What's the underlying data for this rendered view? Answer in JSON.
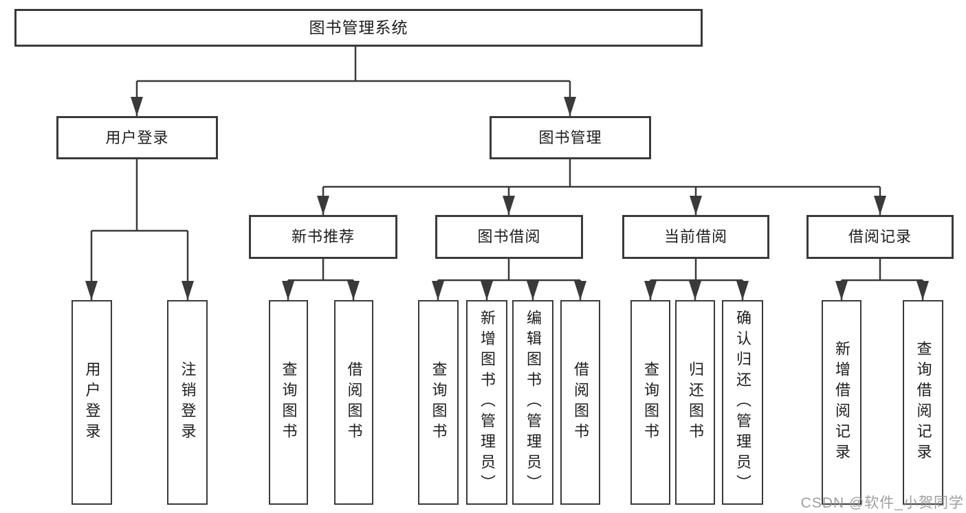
{
  "tree": {
    "root": "图书管理系统",
    "level2": [
      "用户登录",
      "图书管理"
    ],
    "level3": [
      "新书推荐",
      "图书借阅",
      "当前借阅",
      "借阅记录"
    ],
    "leaves": {
      "user": [
        "用户登录",
        "注销登录"
      ],
      "recommend": [
        "查询图书",
        "借阅图书"
      ],
      "borrow": [
        "查询图书",
        "新增图书（管理员）",
        "编辑图书（管理员）",
        "借阅图书"
      ],
      "current": [
        "查询图书",
        "归还图书",
        "确认归还（管理员）"
      ],
      "record": [
        "新增借阅记录",
        "查询借阅记录"
      ]
    }
  },
  "watermark": "CSDN @软件_小贺同学",
  "colors": {
    "line": "#3a3a3a",
    "text": "#1d1d1d",
    "watermark": "#949494",
    "background": "#ffffff"
  }
}
